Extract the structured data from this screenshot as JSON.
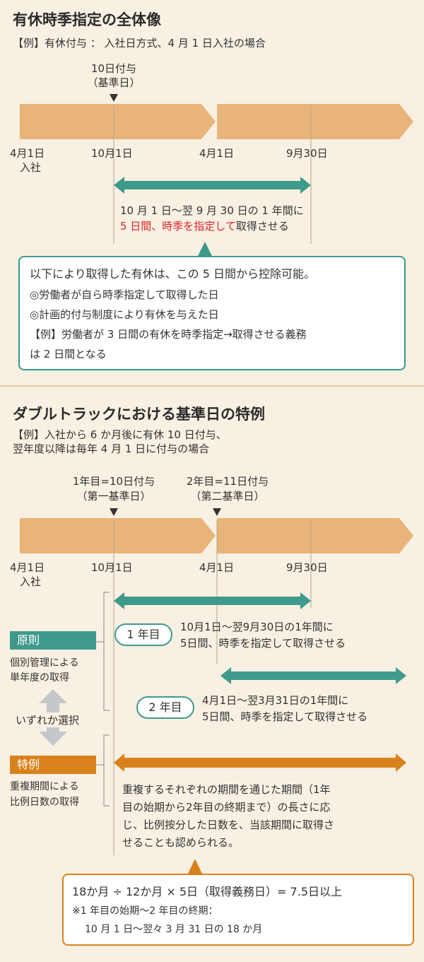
{
  "section1": {
    "title": "有休時季指定の全体像",
    "example": "【例】有休付与 ： 入社日方式、4 月 1 日入社の場合",
    "marker_line1": "10日付与",
    "marker_line2": "（基準日）",
    "dates": [
      "4月1日",
      "10月1日",
      "4月1日",
      "9月30日"
    ],
    "join_label": "入社",
    "period_line1": "10 月 1 日～翌 9 月 30 日の 1 年間に",
    "period_red": "5 日間、時季を指定して",
    "period_black": "取得させる",
    "note": [
      "以下により取得した有休は、この 5 日間から控除可能。",
      "◎労働者が自ら時季指定して取得した日",
      "◎計画的付与制度により有休を与えた日",
      "【例】労働者が 3 日間の有休を時季指定→取得させる義務",
      "は 2 日間となる"
    ]
  },
  "section2": {
    "title": "ダブルトラックにおける基準日の特例",
    "example_line1": "【例】入社から 6 か月後に有休 10 日付与、",
    "example_line2": "翌年度以降は毎年 4 月 1 日に付与の場合",
    "marker1_line1": "1年目=10日付与",
    "marker1_line2": "（第一基準日）",
    "marker2_line1": "2年目=11日付与",
    "marker2_line2": "（第二基準日）",
    "dates": [
      "4月1日",
      "10月1日",
      "4月1日",
      "9月30日"
    ],
    "join_label": "入社",
    "principle_tag": "原則",
    "principle_desc": [
      "個別管理による",
      "単年度の取得"
    ],
    "choose_label": "いずれか選択",
    "special_tag": "特例",
    "special_desc": [
      "重複期間による",
      "比例日数の取得"
    ],
    "year1_pill": "1 年目",
    "year1_text": [
      "10月1日～翌9月30日の1年間に",
      "5日間、時季を指定して取得させる"
    ],
    "year2_pill": "2 年目",
    "year2_text": [
      "4月1日～翌3月31日の1年間に",
      "5日間、時季を指定して取得させる"
    ],
    "special_text": [
      "重複するそれぞれの期間を通じた期間（1年",
      "目の始期から2年目の終期まで）の長さに応",
      "じ、比例按分した日数を、当該期間に取得さ",
      "せることも認められる。"
    ],
    "formula": "18か月 ÷ 12か月 × 5日（取得義務日）= 7.5日以上",
    "formula_note": [
      "※1 年目の始期～2 年目の終期：",
      "10 月 1 日～翌々 3 月 31 日の 18 か月"
    ]
  },
  "colors": {
    "background": "#f8f0e2",
    "timeline": "#e9b47a",
    "teal": "#3f9a8c",
    "orange": "#d9821c",
    "red": "#e0232b",
    "gray_arrow": "#c4c8cc"
  }
}
